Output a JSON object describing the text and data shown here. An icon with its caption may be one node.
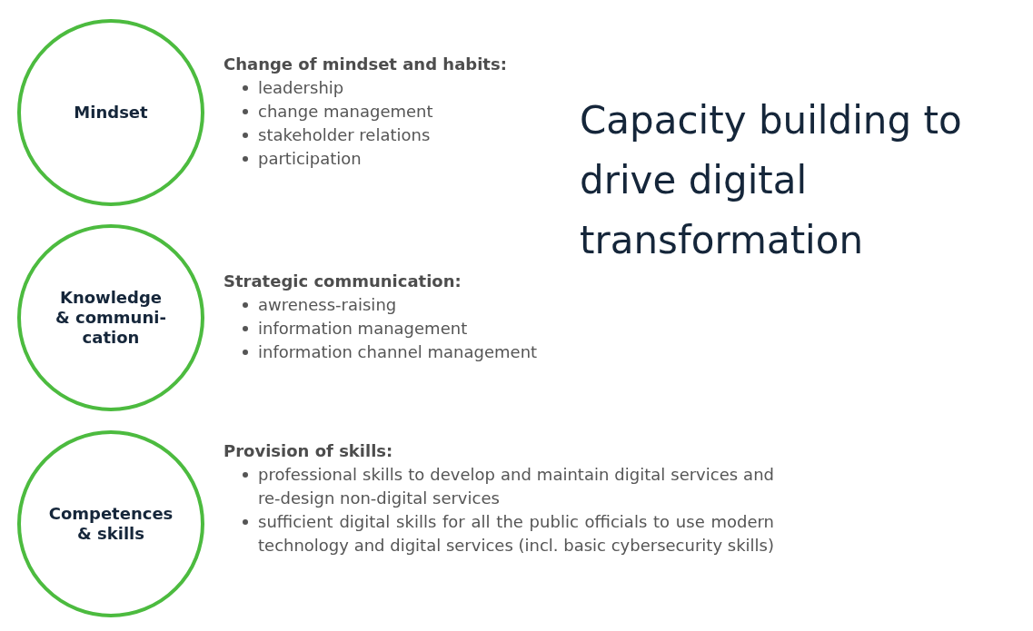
{
  "diagram": {
    "title": "Capacity building to drive digital transformation",
    "nodes": [
      {
        "text": [
          "Mindset"
        ],
        "beside": [
          "Change of mindset and habits:",
          "leadership",
          "change management",
          "stakeholder relations",
          "participation"
        ]
      },
      {
        "text": [
          "Knowledge & communi- cation"
        ],
        "beside": [
          "Strategic communication:",
          "awreness-raising",
          "information management",
          "information channel management"
        ]
      },
      {
        "text": [
          "Competences & skills"
        ],
        "beside": [
          "Provision of skills:",
          "professional skills to develop and maintain digital services and re-design non-digital services",
          "sufficient digital skills for all the public officials to use modern technology and digital services (incl. basic cybersecurity skills)"
        ]
      }
    ]
  }
}
